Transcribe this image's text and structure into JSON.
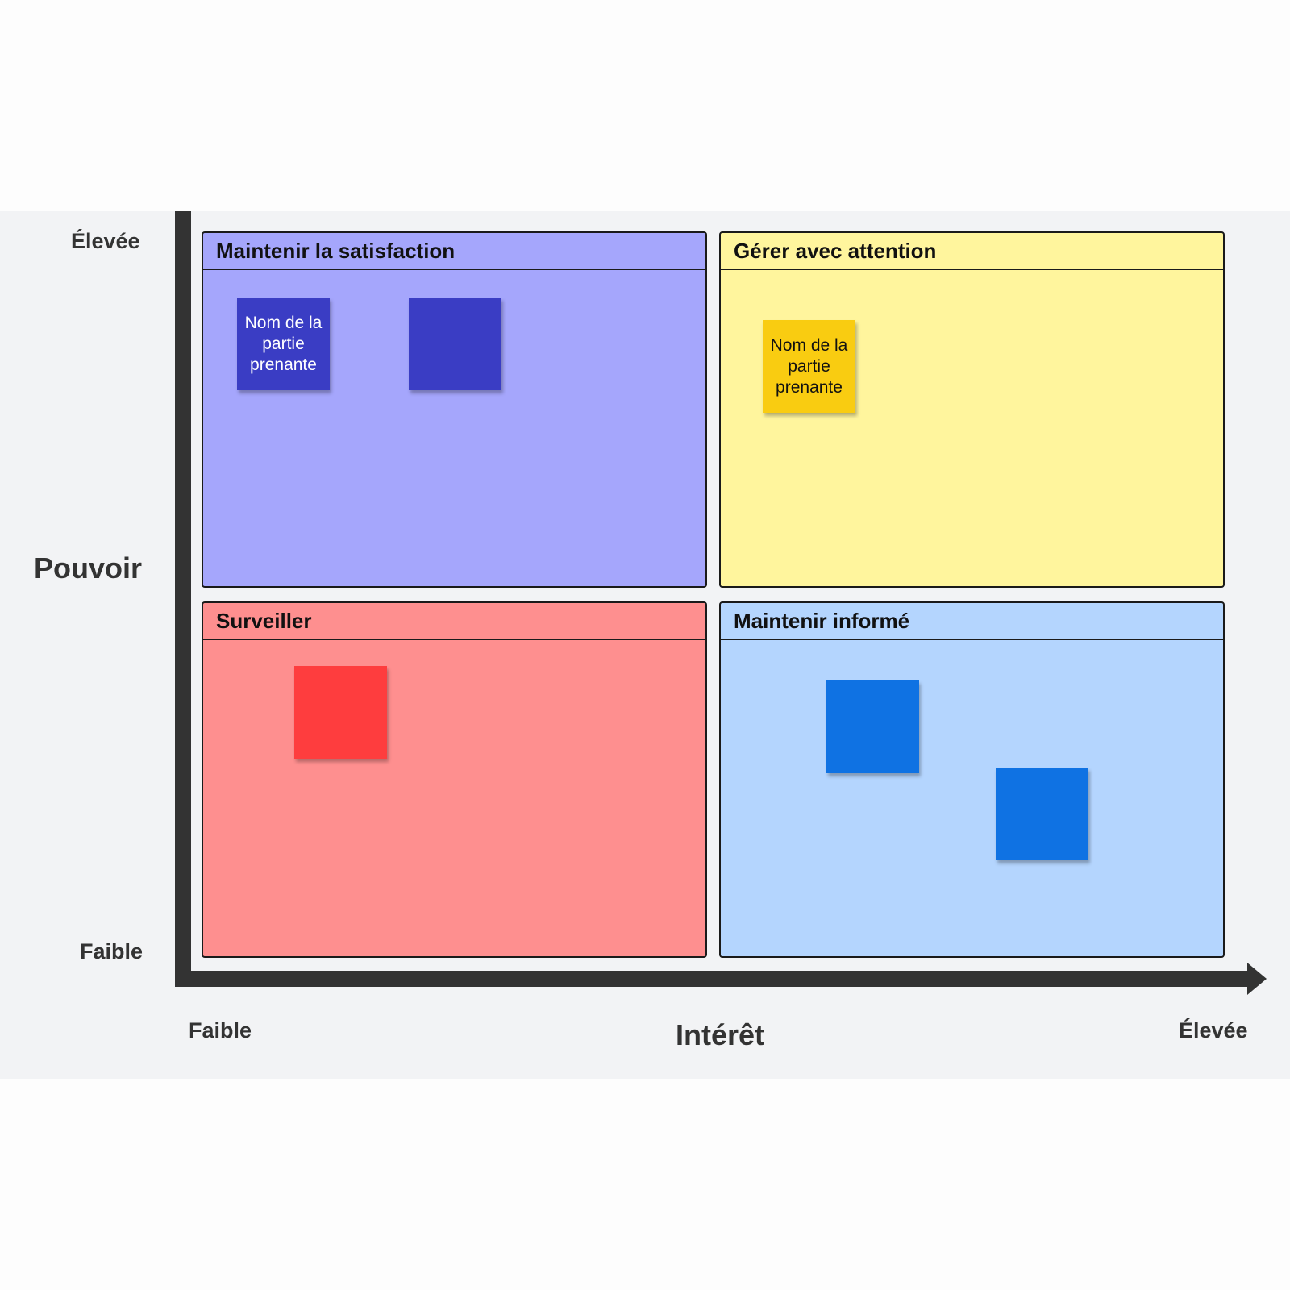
{
  "axes": {
    "y_title": "Pouvoir",
    "y_high": "Élevée",
    "y_low": "Faible",
    "x_title": "Intérêt",
    "x_low": "Faible",
    "x_high": "Élevée"
  },
  "quadrants": [
    {
      "title": "Maintenir la satisfaction",
      "color": "#a5a6fc"
    },
    {
      "title": "Gérer avec attention",
      "color": "#fff59d"
    },
    {
      "title": "Surveiller",
      "color": "#fe8f8f"
    },
    {
      "title": "Maintenir informé",
      "color": "#b4d5fe"
    }
  ],
  "stickies": [
    {
      "quadrant": "Maintenir la satisfaction",
      "text": "Nom de la partie prenante",
      "color": "#3a3dc4",
      "text_color": "#ffffff"
    },
    {
      "quadrant": "Maintenir la satisfaction",
      "text": "",
      "color": "#3a3dc4",
      "text_color": "#ffffff"
    },
    {
      "quadrant": "Gérer avec attention",
      "text": "Nom de la partie prenante",
      "color": "#f9cc11",
      "text_color": "#111111"
    },
    {
      "quadrant": "Surveiller",
      "text": "",
      "color": "#fe3d3e",
      "text_color": "#ffffff"
    },
    {
      "quadrant": "Maintenir informé",
      "text": "",
      "color": "#0f72e3",
      "text_color": "#ffffff"
    },
    {
      "quadrant": "Maintenir informé",
      "text": "",
      "color": "#0f72e3",
      "text_color": "#ffffff"
    }
  ]
}
